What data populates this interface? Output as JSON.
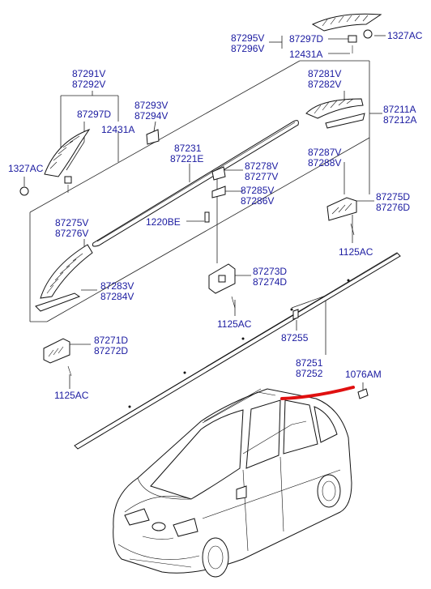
{
  "diagram": {
    "labels": [
      {
        "id": "l1",
        "text": "87295V"
      },
      {
        "id": "l2",
        "text": "87296V"
      },
      {
        "id": "l3",
        "text": "87297D"
      },
      {
        "id": "l4",
        "text": "12431A"
      },
      {
        "id": "l5",
        "text": "1327AC"
      },
      {
        "id": "l6",
        "text": "87291V"
      },
      {
        "id": "l7",
        "text": "87292V"
      },
      {
        "id": "l8",
        "text": "87297D"
      },
      {
        "id": "l9",
        "text": "12431A"
      },
      {
        "id": "l10",
        "text": "87293V"
      },
      {
        "id": "l11",
        "text": "87294V"
      },
      {
        "id": "l12",
        "text": "87281V"
      },
      {
        "id": "l13",
        "text": "87282V"
      },
      {
        "id": "l14",
        "text": "87211A"
      },
      {
        "id": "l15",
        "text": "87212A"
      },
      {
        "id": "l16",
        "text": "1327AC"
      },
      {
        "id": "l17",
        "text": "87231"
      },
      {
        "id": "l18",
        "text": "87221E"
      },
      {
        "id": "l19",
        "text": "87287V"
      },
      {
        "id": "l20",
        "text": "87288V"
      },
      {
        "id": "l21",
        "text": "87278V"
      },
      {
        "id": "l22",
        "text": "87277V"
      },
      {
        "id": "l23",
        "text": "87285V"
      },
      {
        "id": "l24",
        "text": "87286V"
      },
      {
        "id": "l25",
        "text": "87275D"
      },
      {
        "id": "l26",
        "text": "87276D"
      },
      {
        "id": "l27",
        "text": "87275V"
      },
      {
        "id": "l28",
        "text": "87276V"
      },
      {
        "id": "l29",
        "text": "1220BE"
      },
      {
        "id": "l30",
        "text": "1125AC"
      },
      {
        "id": "l31",
        "text": "87273D"
      },
      {
        "id": "l32",
        "text": "87274D"
      },
      {
        "id": "l33",
        "text": "87283V"
      },
      {
        "id": "l34",
        "text": "87284V"
      },
      {
        "id": "l35",
        "text": "1125AC"
      },
      {
        "id": "l36",
        "text": "87271D"
      },
      {
        "id": "l37",
        "text": "87272D"
      },
      {
        "id": "l38",
        "text": "87255"
      },
      {
        "id": "l39",
        "text": "87251"
      },
      {
        "id": "l40",
        "text": "87252"
      },
      {
        "id": "l41",
        "text": "1076AM"
      },
      {
        "id": "l42",
        "text": "1125AC"
      }
    ]
  }
}
